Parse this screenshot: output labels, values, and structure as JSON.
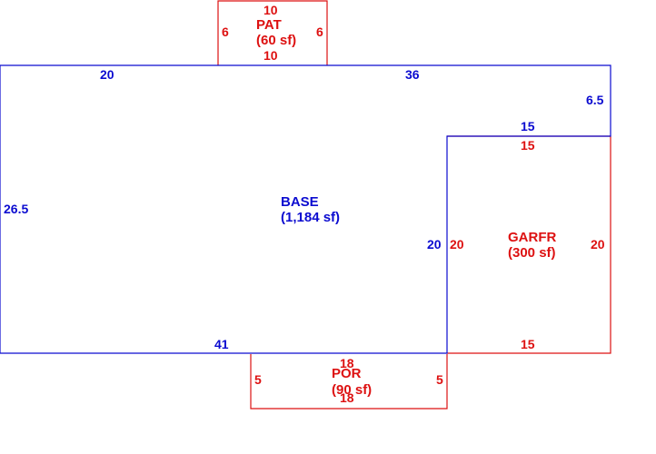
{
  "colors": {
    "base": "#0b0bd0",
    "addition": "#dd1111"
  },
  "areas": {
    "base": {
      "name": "BASE",
      "area": "(1,184 sf)"
    },
    "pat": {
      "name": "PAT",
      "area": "(60 sf)"
    },
    "garfr": {
      "name": "GARFR",
      "area": "(300 sf)"
    },
    "por": {
      "name": "POR",
      "area": "(90 sf)"
    }
  },
  "dims": {
    "base_top_left": "20",
    "base_top_right": "36",
    "base_right_upper": "6.5",
    "base_step": "15",
    "base_left": "26.5",
    "base_inner_right": "20",
    "base_bottom": "41",
    "pat_top": "10",
    "pat_bottom": "10",
    "pat_left": "6",
    "pat_right": "6",
    "gar_top": "15",
    "gar_left": "20",
    "gar_right": "20",
    "gar_bottom": "15",
    "por_top": "18",
    "por_bottom": "18",
    "por_left": "5",
    "por_right": "5"
  }
}
